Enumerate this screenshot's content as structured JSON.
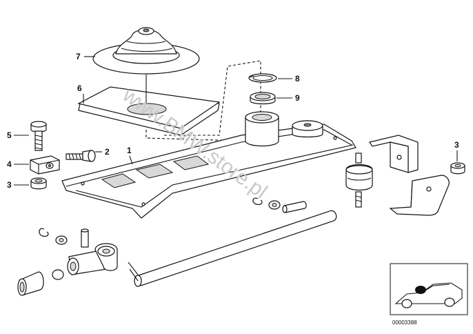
{
  "diagram": {
    "watermark": "www.BMW.store.pl",
    "caption": "00003388",
    "callouts": [
      {
        "id": "c7",
        "label": "7"
      },
      {
        "id": "c6",
        "label": "6"
      },
      {
        "id": "c8",
        "label": "8"
      },
      {
        "id": "c9",
        "label": "9"
      },
      {
        "id": "c5",
        "label": "5"
      },
      {
        "id": "c4",
        "label": "4"
      },
      {
        "id": "c3a",
        "label": "3"
      },
      {
        "id": "c2",
        "label": "2"
      },
      {
        "id": "c1",
        "label": "1"
      },
      {
        "id": "c3b",
        "label": "3"
      }
    ]
  }
}
